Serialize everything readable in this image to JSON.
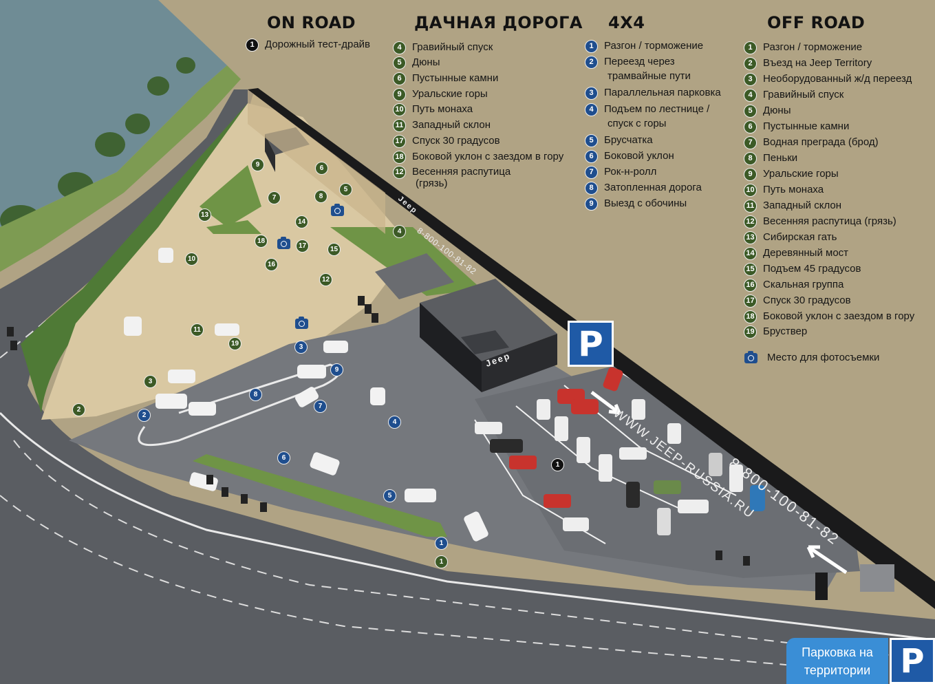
{
  "legend": {
    "on_road": {
      "title": "ON ROAD",
      "items": [
        {
          "num": "1",
          "label": "Дорожный тест-драйв"
        }
      ]
    },
    "dacha_road": {
      "title": "ДАЧНАЯ ДОРОГА",
      "items": [
        {
          "num": "4",
          "label": "Гравийный спуск"
        },
        {
          "num": "5",
          "label": "Дюны"
        },
        {
          "num": "6",
          "label": "Пустынные камни"
        },
        {
          "num": "9",
          "label": "Уральские горы"
        },
        {
          "num": "10",
          "label": "Путь монаха"
        },
        {
          "num": "11",
          "label": "Западный склон"
        },
        {
          "num": "17",
          "label": "Спуск 30 градусов"
        },
        {
          "num": "18",
          "label": "Боковой уклон с заездом в гору"
        },
        {
          "num": "12",
          "label": "Весенняя распутица",
          "label2": "(грязь)"
        }
      ]
    },
    "four_by_four": {
      "title": "4X4",
      "items": [
        {
          "num": "1",
          "label": "Разгон / торможение"
        },
        {
          "num": "2",
          "label": "Переезд через",
          "label2": "трамвайные пути"
        },
        {
          "num": "3",
          "label": "Параллельная парковка"
        },
        {
          "num": "4",
          "label": "Подъем по лестнице /",
          "label2": "спуск с горы"
        },
        {
          "num": "5",
          "label": "Брусчатка"
        },
        {
          "num": "6",
          "label": "Боковой уклон"
        },
        {
          "num": "7",
          "label": "Рок-н-ролл"
        },
        {
          "num": "8",
          "label": "Затопленная дорога"
        },
        {
          "num": "9",
          "label": "Выезд с обочины"
        }
      ]
    },
    "off_road": {
      "title": "OFF ROAD",
      "items": [
        {
          "num": "1",
          "label": "Разгон / торможение"
        },
        {
          "num": "2",
          "label": "Въезд на Jeep Territory"
        },
        {
          "num": "3",
          "label": "Необорудованный ж/д переезд"
        },
        {
          "num": "4",
          "label": "Гравийный спуск"
        },
        {
          "num": "5",
          "label": "Дюны"
        },
        {
          "num": "6",
          "label": "Пустынные камни"
        },
        {
          "num": "7",
          "label": "Водная преграда (брод)"
        },
        {
          "num": "8",
          "label": "Пеньки"
        },
        {
          "num": "9",
          "label": "Уральские горы"
        },
        {
          "num": "10",
          "label": "Путь монаха"
        },
        {
          "num": "11",
          "label": "Западный склон"
        },
        {
          "num": "12",
          "label": "Весенняя распутица (грязь)"
        },
        {
          "num": "13",
          "label": "Сибирская гать"
        },
        {
          "num": "14",
          "label": "Деревянный мост"
        },
        {
          "num": "15",
          "label": "Подъем 45 градусов"
        },
        {
          "num": "16",
          "label": "Скальная группа"
        },
        {
          "num": "17",
          "label": "Спуск 30 градусов"
        },
        {
          "num": "18",
          "label": "Боковой уклон с заездом в гору"
        },
        {
          "num": "19",
          "label": "Бруствер"
        }
      ],
      "photo_spot_label": "Место для фотосъемки"
    }
  },
  "map": {
    "website": "WWW.JEEP-RUSSIA.RU",
    "phone": "8-800-100-81-82",
    "phone_small": "8-800-100-81-82",
    "brand_sign": "Jeep",
    "building_brand": "Jeep",
    "parking_letter": "P",
    "parking_banner_text": "Парковка на территории",
    "parking_banner_letter": "P",
    "badges": {
      "green": [
        "9",
        "6",
        "5",
        "7",
        "8",
        "13",
        "14",
        "18",
        "17",
        "15",
        "10",
        "16",
        "12",
        "11",
        "19",
        "3",
        "2",
        "1",
        "4"
      ],
      "blue": [
        "3",
        "9",
        "8",
        "7",
        "2",
        "4",
        "6",
        "5",
        "1"
      ],
      "black": [
        "1"
      ]
    }
  },
  "colors": {
    "background": "#b0a384",
    "green_badge": "#3c5a26",
    "blue_badge": "#1f4e8e",
    "black_badge": "#111111",
    "parking_blue": "#1f5aa6",
    "banner_blue": "#3a8ed6",
    "road": "#5a5d62",
    "sand": "#d9c8a2",
    "grass": "#5f8a3a",
    "water": "#6f8c95"
  }
}
